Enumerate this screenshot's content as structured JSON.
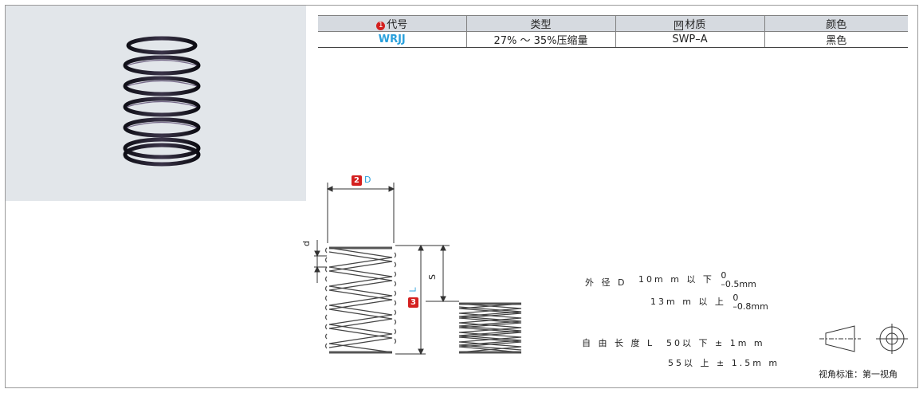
{
  "table": {
    "headers": {
      "code": "代号",
      "code_num": "1",
      "type": "类型",
      "material": "材质",
      "material_mark": "M",
      "color": "颜色"
    },
    "row": {
      "code": "WRJJ",
      "type": "27% ～ 35%压缩量",
      "material": "SWP–A",
      "color": "黑色"
    }
  },
  "drawing": {
    "d_badge": "2",
    "d_label": "D",
    "l_badge": "3",
    "l_label": "L",
    "wire_label": "d",
    "stroke_label": "S"
  },
  "tolerances": {
    "od_label": "外 径 D",
    "od_row1_range": "10m m 以 下",
    "od_row1_upper": "0",
    "od_row1_lower": "–0.5mm",
    "od_row2_range": "13m m 以 上",
    "od_row2_upper": "0",
    "od_row2_lower": "–0.8mm",
    "len_label": "自 由 长 度 L",
    "len_row1": "50以 下 ± 1m m",
    "len_row2": "55以 上 ± 1.5m m"
  },
  "view_standard": "视角标准：第一视角",
  "colors": {
    "accent_blue": "#2aa0dc",
    "badge_red": "#d4201f",
    "photo_bg": "#e2e6ea",
    "header_bg": "#d6dae0"
  }
}
